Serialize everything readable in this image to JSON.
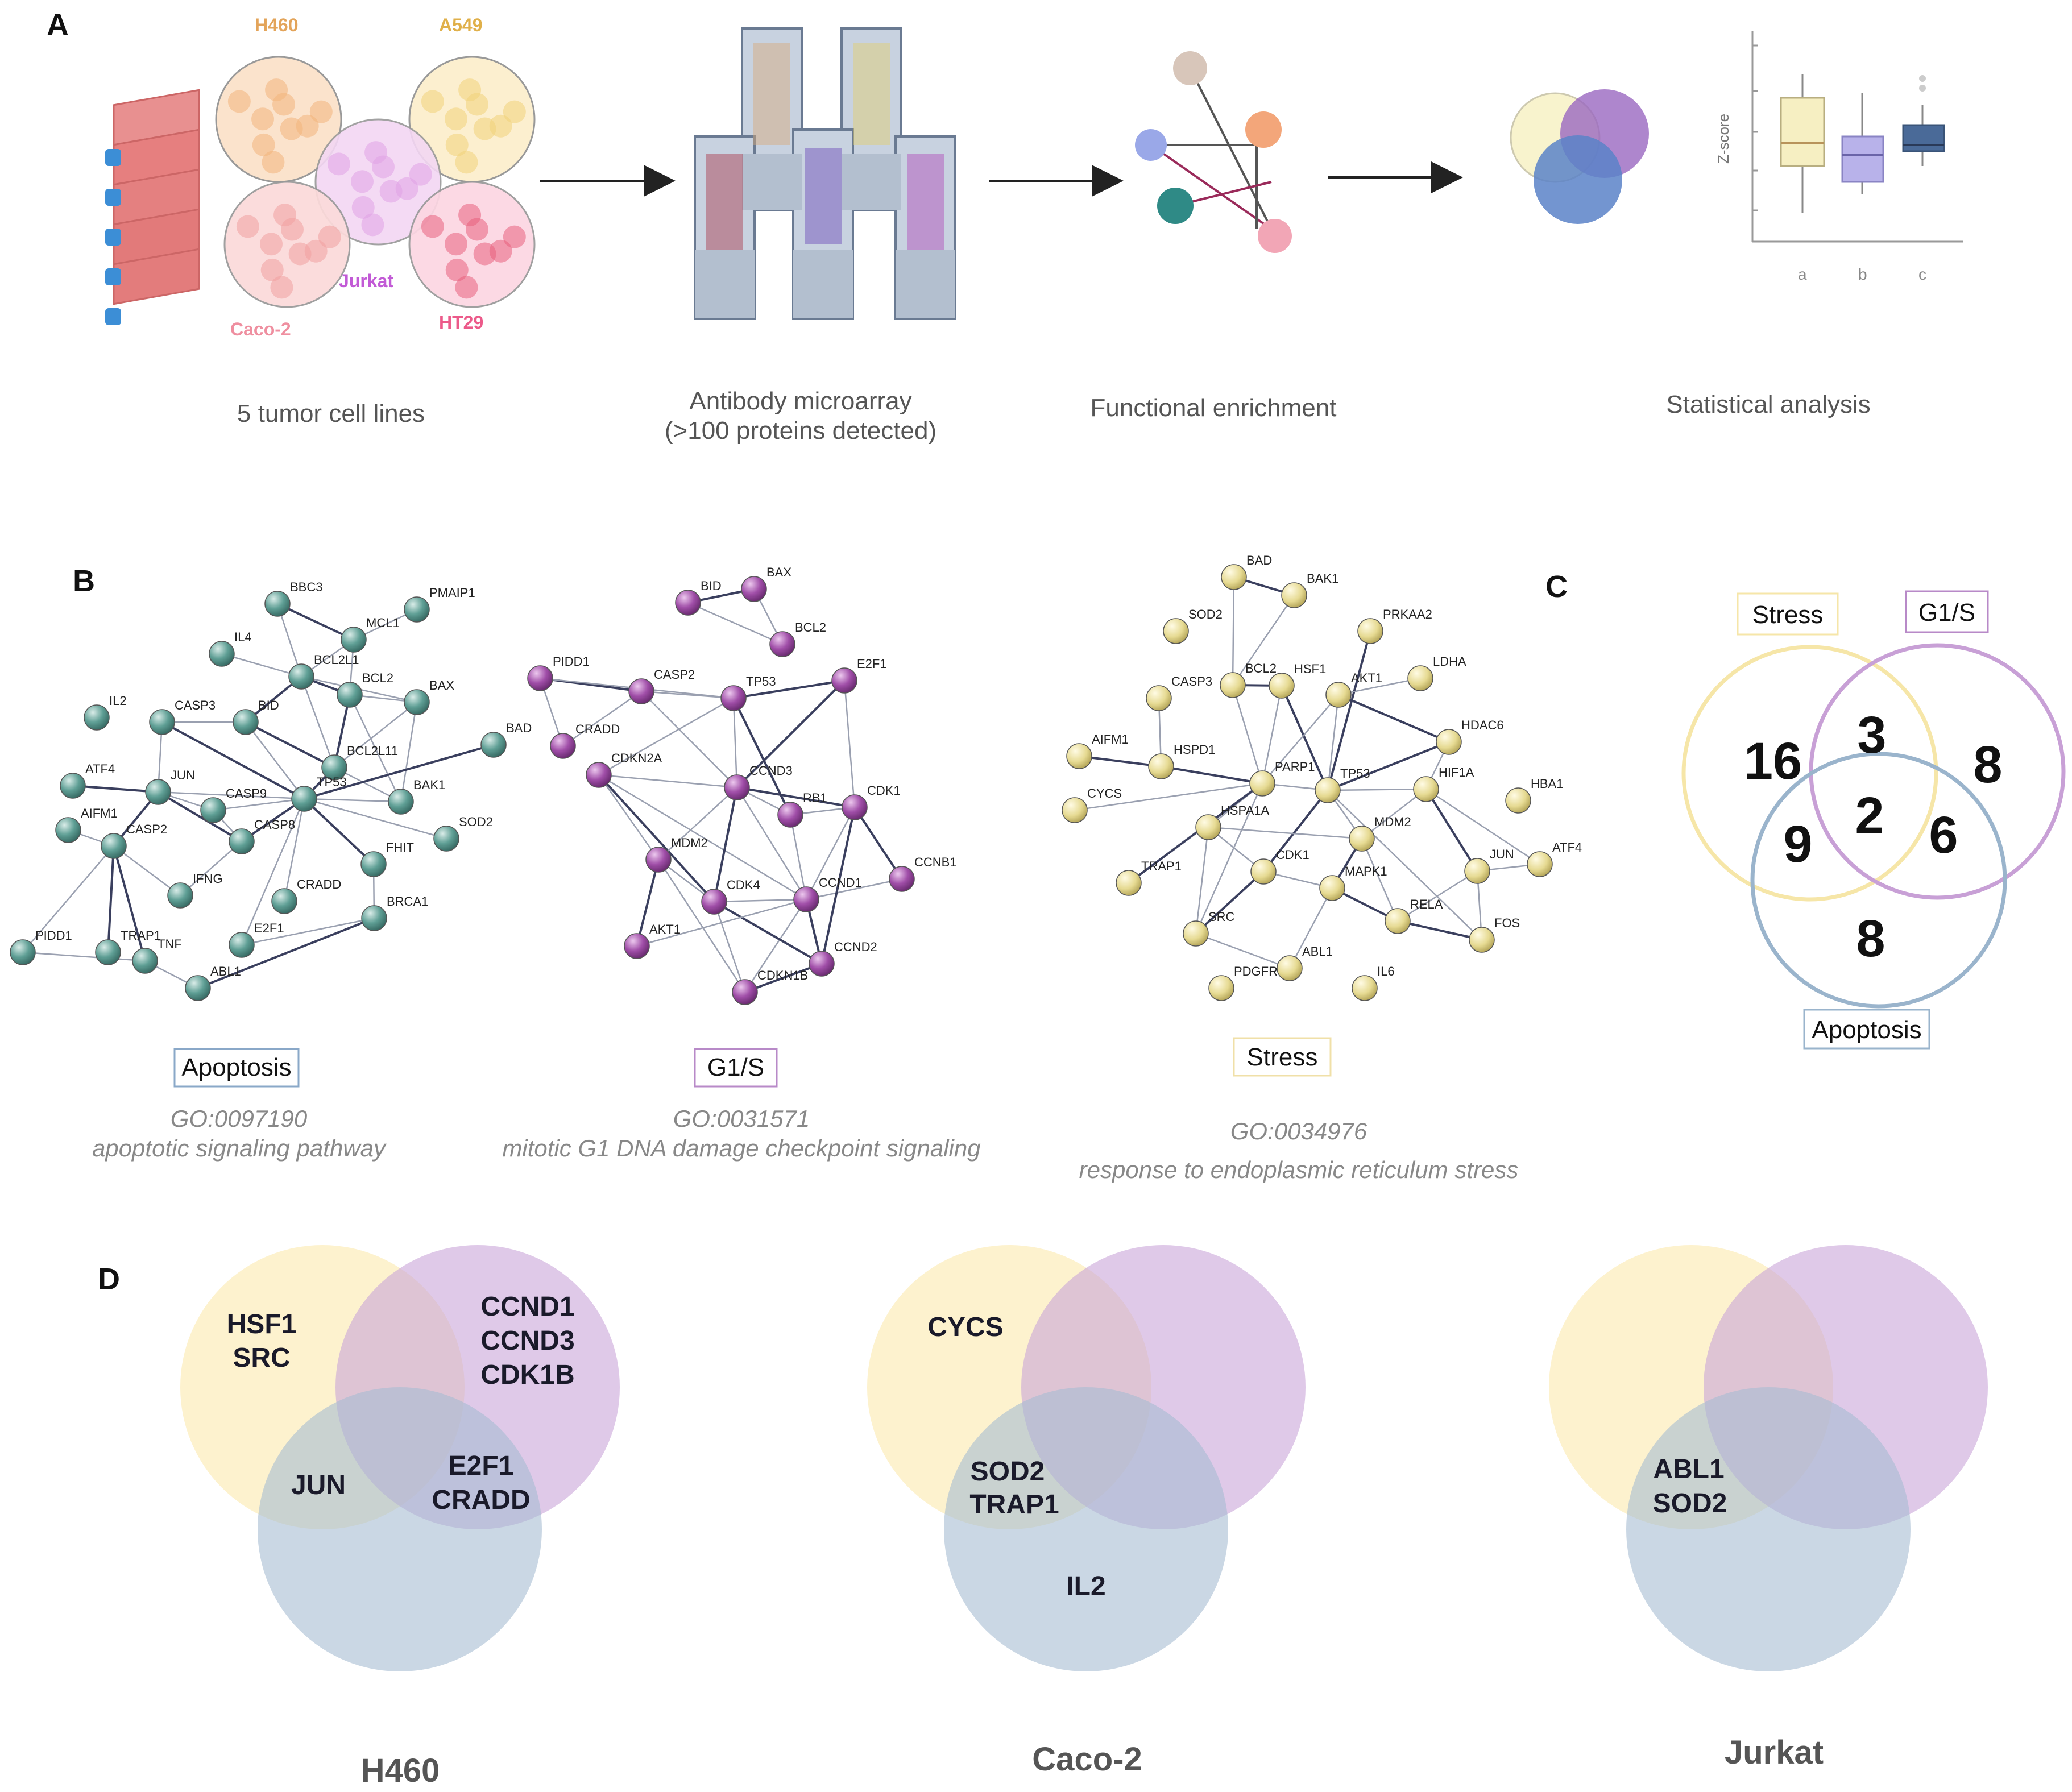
{
  "panels": {
    "A": "A",
    "B": "B",
    "C": "C",
    "D": "D"
  },
  "panelA": {
    "cell_lines": [
      {
        "name": "H460",
        "color": "#e3a45a"
      },
      {
        "name": "A549",
        "color": "#e0b04a"
      },
      {
        "name": "Jurkat",
        "color": "#c25ad6"
      },
      {
        "name": "Caco-2",
        "color": "#ef8fa0"
      },
      {
        "name": "HT29",
        "color": "#ec5a8a"
      }
    ],
    "step_captions": [
      "5 tumor cell lines",
      "Antibody microarray",
      "(>100 proteins detected)",
      "Functional enrichment",
      "Statistical analysis"
    ],
    "boxplot": {
      "ylabel": "Z-score",
      "categories": [
        "a",
        "b",
        "c"
      ]
    }
  },
  "panelB": {
    "networks": [
      {
        "key": "apoptosis",
        "title": "Apoptosis",
        "go_id": "GO:0097190",
        "go_term": "apoptotic signaling pathway",
        "node_color": "#5a9a90",
        "nodes": [
          "BBC3",
          "PMAIP1",
          "IL4",
          "MCL1",
          "BCL2L1",
          "BCL2",
          "BAX",
          "BAD",
          "IL2",
          "CASP3",
          "BID",
          "ATF4",
          "JUN",
          "BCL2L11",
          "BAK1",
          "CASP9",
          "TP53",
          "AIFM1",
          "CASP2",
          "CASP8",
          "SOD2",
          "FHIT",
          "IFNG",
          "CRADD",
          "BRCA1",
          "E2F1",
          "PIDD1",
          "TNF",
          "ABL1",
          "TRAP1"
        ]
      },
      {
        "key": "g1s",
        "title": "G1/S",
        "go_id": "GO:0031571",
        "go_term": "mitotic G1 DNA damage checkpoint signaling",
        "node_color": "#9a4aa0",
        "nodes": [
          "BID",
          "BAX",
          "BCL2",
          "PIDD1",
          "CASP2",
          "E2F1",
          "TP53",
          "CRADD",
          "CDKN2A",
          "CCND3",
          "RB1",
          "CDK1",
          "MDM2",
          "CCNB1",
          "CCND1",
          "CDK4",
          "AKT1",
          "CCND2",
          "CDKN1B"
        ]
      },
      {
        "key": "stress",
        "title": "Stress",
        "go_id": "GO:0034976",
        "go_term": "response to endoplasmic reticulum stress",
        "node_color": "#e2d68a",
        "nodes": [
          "BAD",
          "BAK1",
          "SOD2",
          "PRKAA2",
          "LDHA",
          "CASP3",
          "BCL2",
          "HSF1",
          "AKT1",
          "HDAC6",
          "AIFM1",
          "HSPD1",
          "PARP1",
          "TP53",
          "HIF1A",
          "HBA1",
          "CYCS",
          "HSPA1A",
          "ATF4",
          "MDM2",
          "CDK1",
          "MAPK1",
          "JUN",
          "TRAP1",
          "RELA",
          "FOS",
          "SRC",
          "ABL1",
          "PDGFR",
          "IL6"
        ]
      }
    ]
  },
  "panelC": {
    "labels": {
      "stress": "Stress",
      "g1s": "G1/S",
      "apoptosis": "Apoptosis"
    },
    "regions": {
      "stress_only": 16,
      "g1s_only": 8,
      "apoptosis_only": 8,
      "stress_g1s": 3,
      "stress_apoptosis": 9,
      "g1s_apoptosis": 6,
      "all": 2
    }
  },
  "panelD": {
    "colors": {
      "stress": "#fcefc2",
      "g1s": "#d8bde2",
      "apoptosis": "#b4c6d8"
    },
    "diagrams": [
      {
        "cell_line": "H460",
        "stress_only": [
          "HSF1",
          "SRC"
        ],
        "g1s_only": [
          "CCND1",
          "CCND3",
          "CDK1B"
        ],
        "stress_apoptosis": [
          "JUN"
        ],
        "g1s_apoptosis": [
          "E2F1",
          "CRADD"
        ],
        "apoptosis_only": []
      },
      {
        "cell_line": "Caco-2",
        "stress_only": [
          "CYCS"
        ],
        "g1s_only": [],
        "stress_apoptosis": [
          "SOD2",
          "TRAP1"
        ],
        "g1s_apoptosis": [],
        "apoptosis_only": [
          "IL2"
        ]
      },
      {
        "cell_line": "Jurkat",
        "stress_only": [],
        "g1s_only": [],
        "stress_apoptosis": [
          "ABL1",
          "SOD2"
        ],
        "g1s_apoptosis": [],
        "apoptosis_only": []
      }
    ]
  }
}
